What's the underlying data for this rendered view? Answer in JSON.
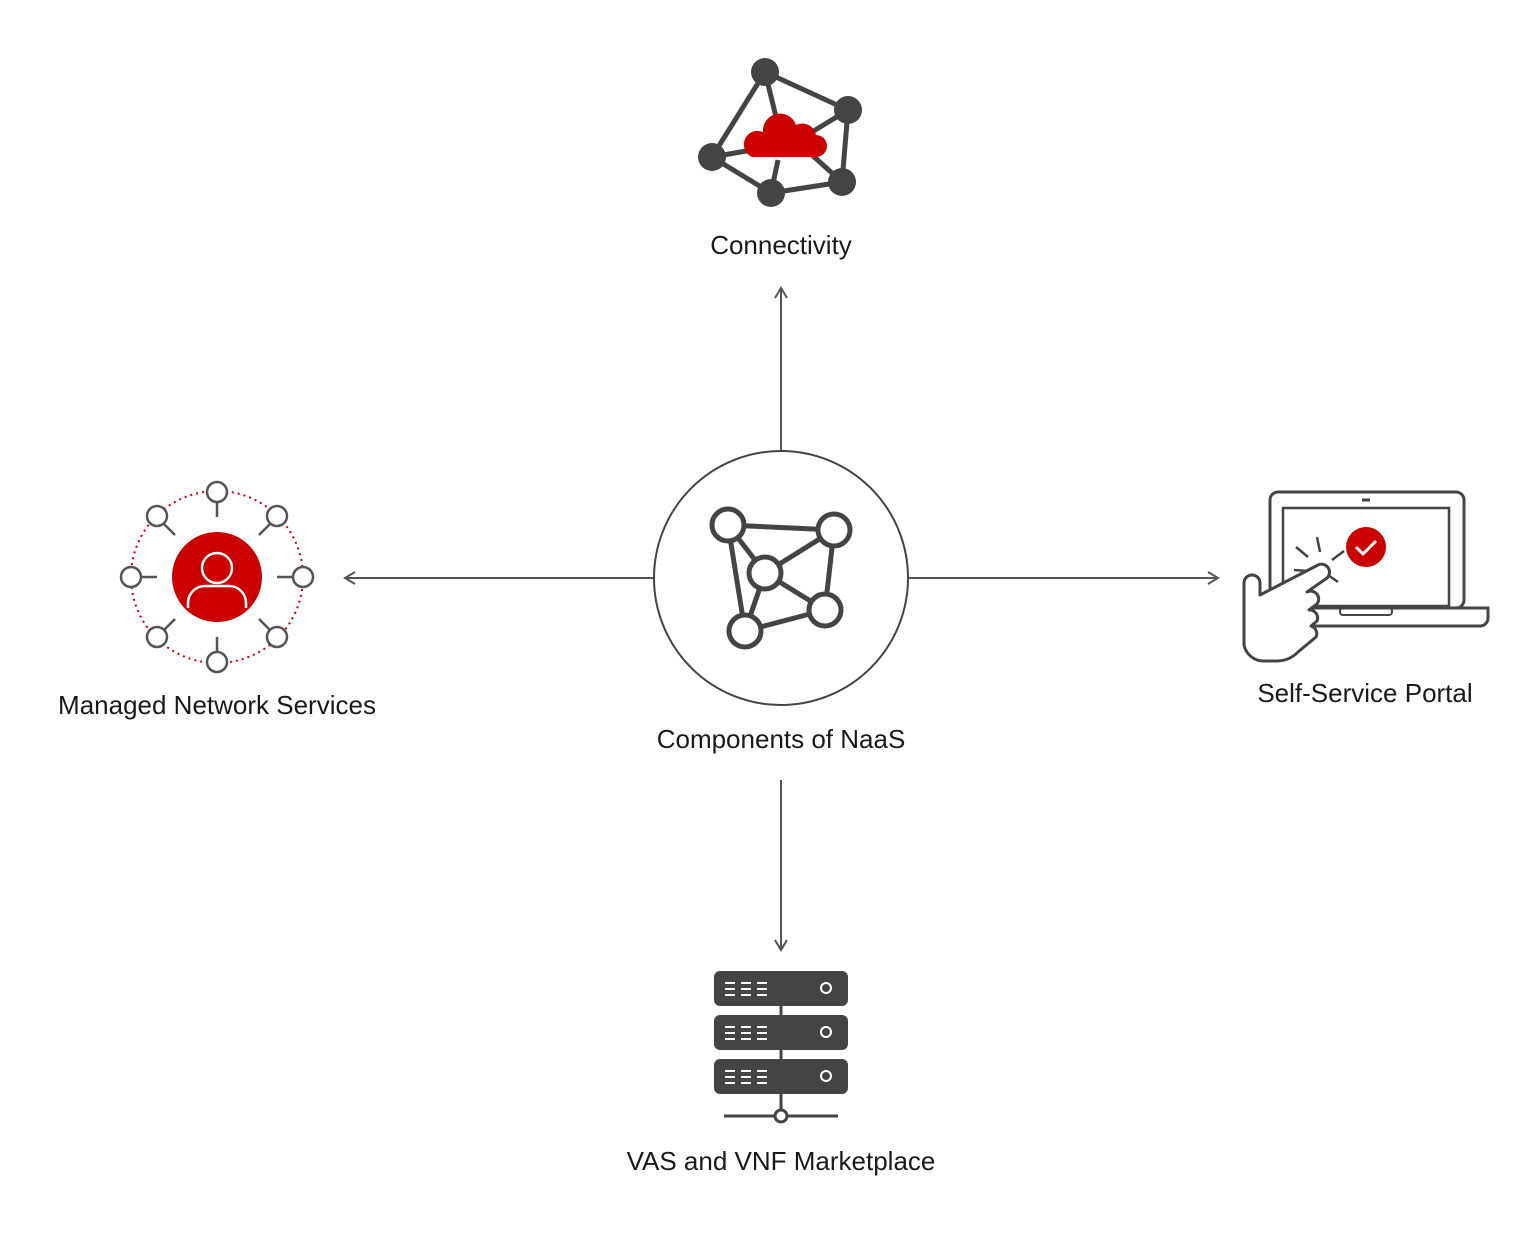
{
  "colors": {
    "accent": "#cc0000",
    "icon": "#444444",
    "line": "#555555",
    "background": "#ffffff"
  },
  "center": {
    "label": "Components of NaaS",
    "icon": "network-graph-icon"
  },
  "components": {
    "top": {
      "label": "Connectivity",
      "icon": "cloud-network-icon"
    },
    "left": {
      "label": "Managed Network Services",
      "icon": "user-network-icon"
    },
    "right": {
      "label": "Self-Service Portal",
      "icon": "laptop-touch-icon"
    },
    "bottom": {
      "label": "VAS and VNF Marketplace",
      "icon": "server-rack-icon"
    }
  }
}
